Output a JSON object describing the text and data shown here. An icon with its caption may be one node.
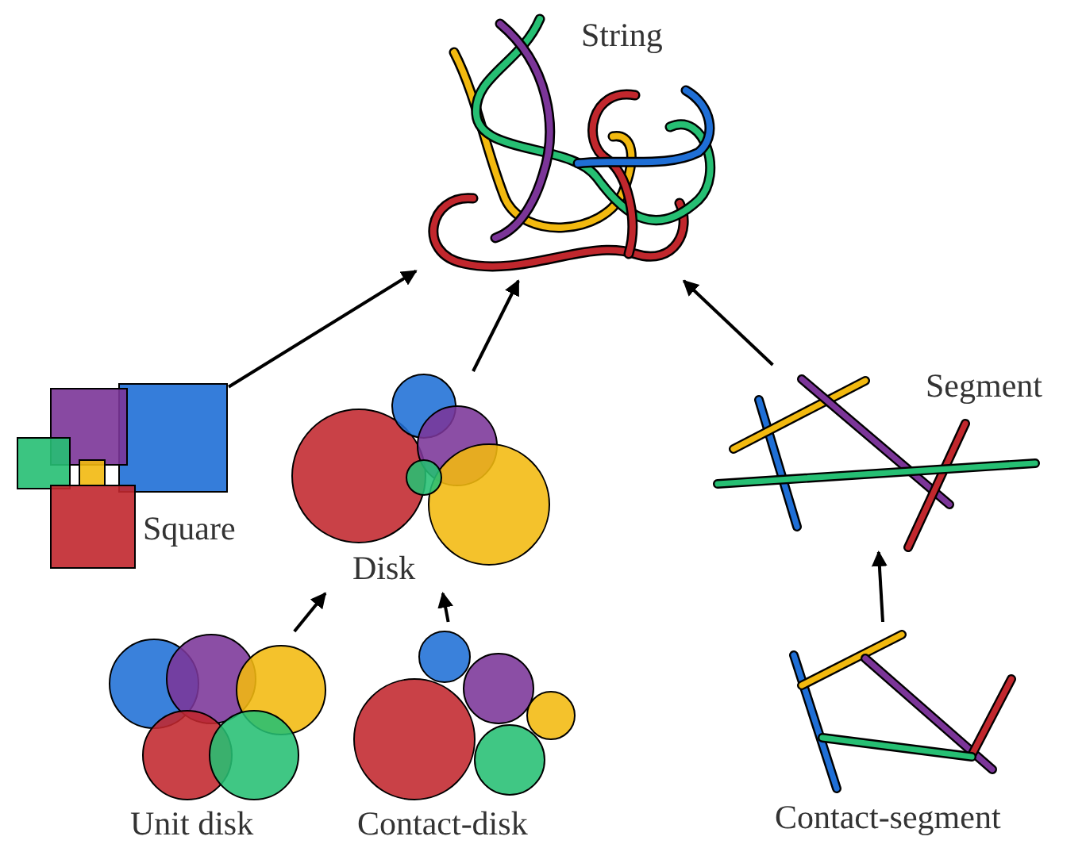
{
  "diagram": {
    "nodes": [
      {
        "text": [
          "String"
        ]
      },
      {
        "text": [
          "Square"
        ]
      },
      {
        "text": [
          "Disk"
        ]
      },
      {
        "text": [
          "Segment"
        ]
      },
      {
        "text": [
          "Unit disk"
        ]
      },
      {
        "text": [
          "Contact-disk"
        ]
      },
      {
        "text": [
          "Contact-segment"
        ]
      }
    ],
    "edges": [
      {
        "from": 1,
        "to": 0,
        "arrow": "to"
      },
      {
        "from": 2,
        "to": 0,
        "arrow": "to"
      },
      {
        "from": 3,
        "to": 0,
        "arrow": "to"
      },
      {
        "from": 4,
        "to": 2,
        "arrow": "to"
      },
      {
        "from": 5,
        "to": 2,
        "arrow": "to"
      },
      {
        "from": 6,
        "to": 3,
        "arrow": "to"
      }
    ]
  }
}
